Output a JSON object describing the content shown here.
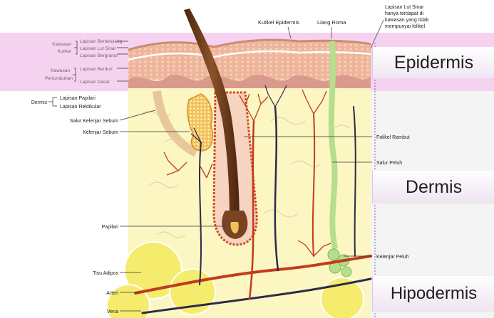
{
  "labels": {
    "top": {
      "kutikel_epidermis": "Kutikel Epidermis",
      "liang_roma": "Liang Roma",
      "note_line1": "Lapisan Lut Sinar",
      "note_line2": "hanya terdapat di",
      "note_line3": "kawasan yang tidak",
      "note_line4": "mempunyai folikel"
    },
    "left": {
      "kawasan_kutikel_1": "Kawasan",
      "kawasan_kutikel_2": "Kutikel",
      "lapisan_berbelulang": "Lapisan Berbelulang",
      "lapisan_lut_sinar": "Lapisan Lut Sinar",
      "lapisan_bergranul": "Lapisan Bergranul",
      "kawasan_pertumbuhan_1": "Kawasan",
      "kawasan_pertumbuhan_2": "Pertumbuhan",
      "lapisan_berduri": "Lapisan Berduri",
      "lapisan_dasar": "Lapisan Dasar",
      "dermis": "Dermis",
      "lapisan_papilari": "Lapisan Papilari",
      "lapisan_retikular": "Lapisan Rektikular",
      "salur_kelenjar_sebum": "Salur Kelenjar Sebum",
      "kelenjar_sebum": "Kelenjar Sebum",
      "papilari": "Papilari",
      "tisu_adipos": "Tisu Adipos",
      "arteri": "Arteri",
      "vena": "Vena"
    },
    "right": {
      "folikel_rambut": "Folikel Rambut",
      "salur_peluh": "Salur Peluh",
      "kelenjar_peluh": "Kelenjar Peluh"
    }
  },
  "badges": {
    "epidermis": "Epidermis",
    "dermis": "Dermis",
    "hipodermis": "Hipodermis"
  },
  "colors": {
    "epidermis_band": "#f6d2f1",
    "dermis_fill": "#fbf6c2",
    "sebum_gland": "#f2c25a",
    "hair": "#6b3a1f",
    "artery": "#c23b1c",
    "vein": "#2e2a4a",
    "sweat_duct": "#b6de8c",
    "fat": "#f5ec6e"
  }
}
